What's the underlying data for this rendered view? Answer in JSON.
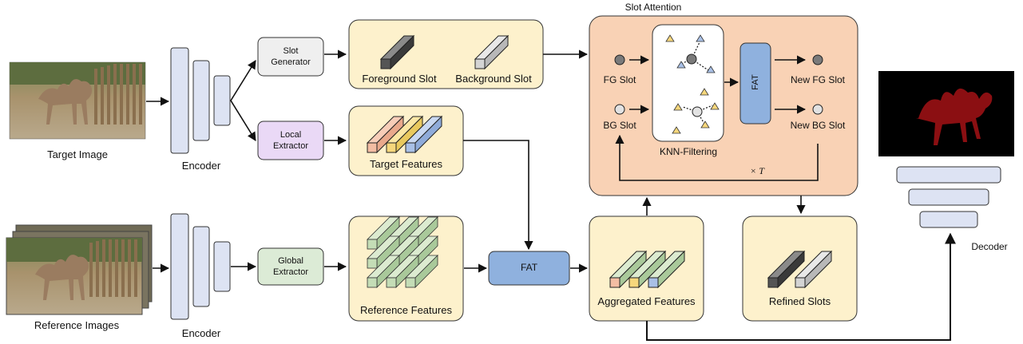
{
  "inputs": {
    "target_image_label": "Target Image",
    "reference_images_label": "Reference Images"
  },
  "encoders": {
    "top_label": "Encoder",
    "bottom_label": "Encoder"
  },
  "modules": {
    "slot_generator": [
      "Slot",
      "Generator"
    ],
    "local_extractor": [
      "Local",
      "Extractor"
    ],
    "global_extractor": [
      "Global",
      "Extractor"
    ],
    "fat_center": "FAT"
  },
  "panels": {
    "slots_label": "Foreground Slot",
    "background_slot_label": "Background Slot",
    "target_features_label": "Target Features",
    "reference_features_label": "Reference Features",
    "aggregated_features_label": "Aggregated Features",
    "refined_slots_label": "Refined Slots"
  },
  "slot_attention": {
    "title": "Slot Attention",
    "fg_slot": "FG Slot",
    "bg_slot": "BG Slot",
    "knn": "KNN-Filtering",
    "fat": "FAT",
    "new_fg": "New FG Slot",
    "new_bg": "New BG Slot",
    "iter": "× T"
  },
  "decoder": {
    "label": "Decoder"
  },
  "colors": {
    "panel_yellow": "#fdf1cc",
    "panel_orange": "#f9d2b5",
    "encoder_blue": "#dde3f3",
    "fat_blue": "#8fb1de",
    "local_purple": "#ead9f6",
    "global_green": "#dcebd6",
    "slotgen_gray": "#efefef",
    "mask_red": "#8b0f12"
  }
}
